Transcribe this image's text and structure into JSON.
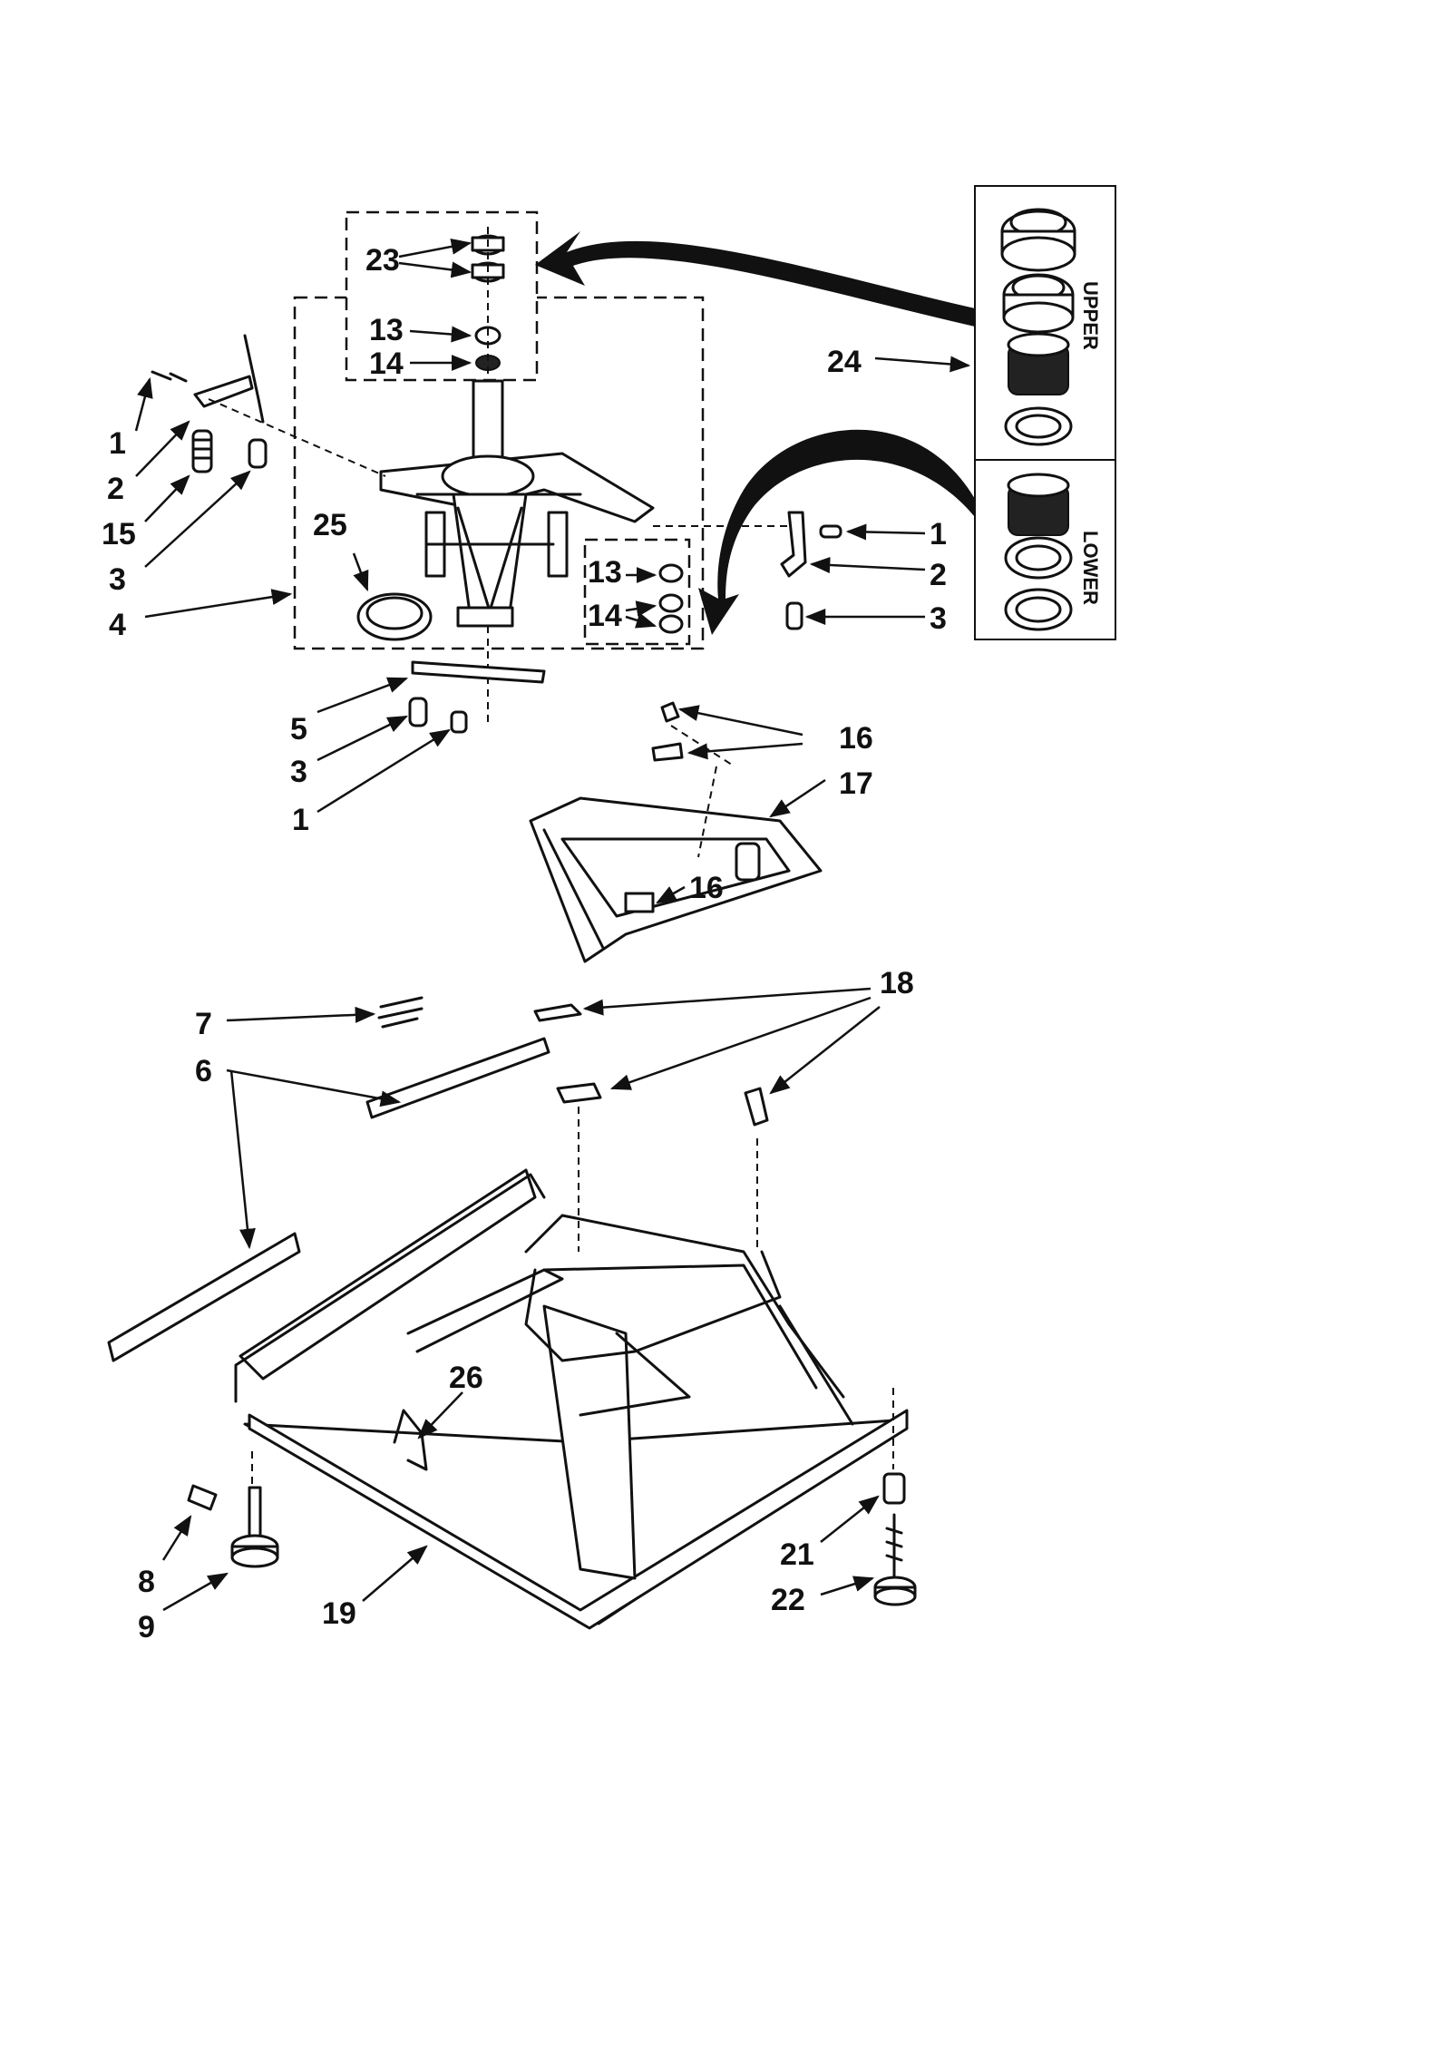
{
  "labels": {
    "l1a": "1",
    "l2a": "2",
    "l15": "15",
    "l3a": "3",
    "l4": "4",
    "l25": "25",
    "l23": "23",
    "l13a": "13",
    "l14a": "14",
    "l13b": "13",
    "l14b": "14",
    "l24": "24",
    "l1b": "1",
    "l2b": "2",
    "l3b": "3",
    "l5": "5",
    "l3c": "3",
    "l1c": "1",
    "l16a": "16",
    "l17": "17",
    "l16b": "16",
    "l7": "7",
    "l6": "6",
    "l18": "18",
    "l26": "26",
    "l8": "8",
    "l9": "9",
    "l19": "19",
    "l21": "21",
    "l22": "22"
  },
  "kit": {
    "upper": "UPPER",
    "lower": "LOWER"
  }
}
